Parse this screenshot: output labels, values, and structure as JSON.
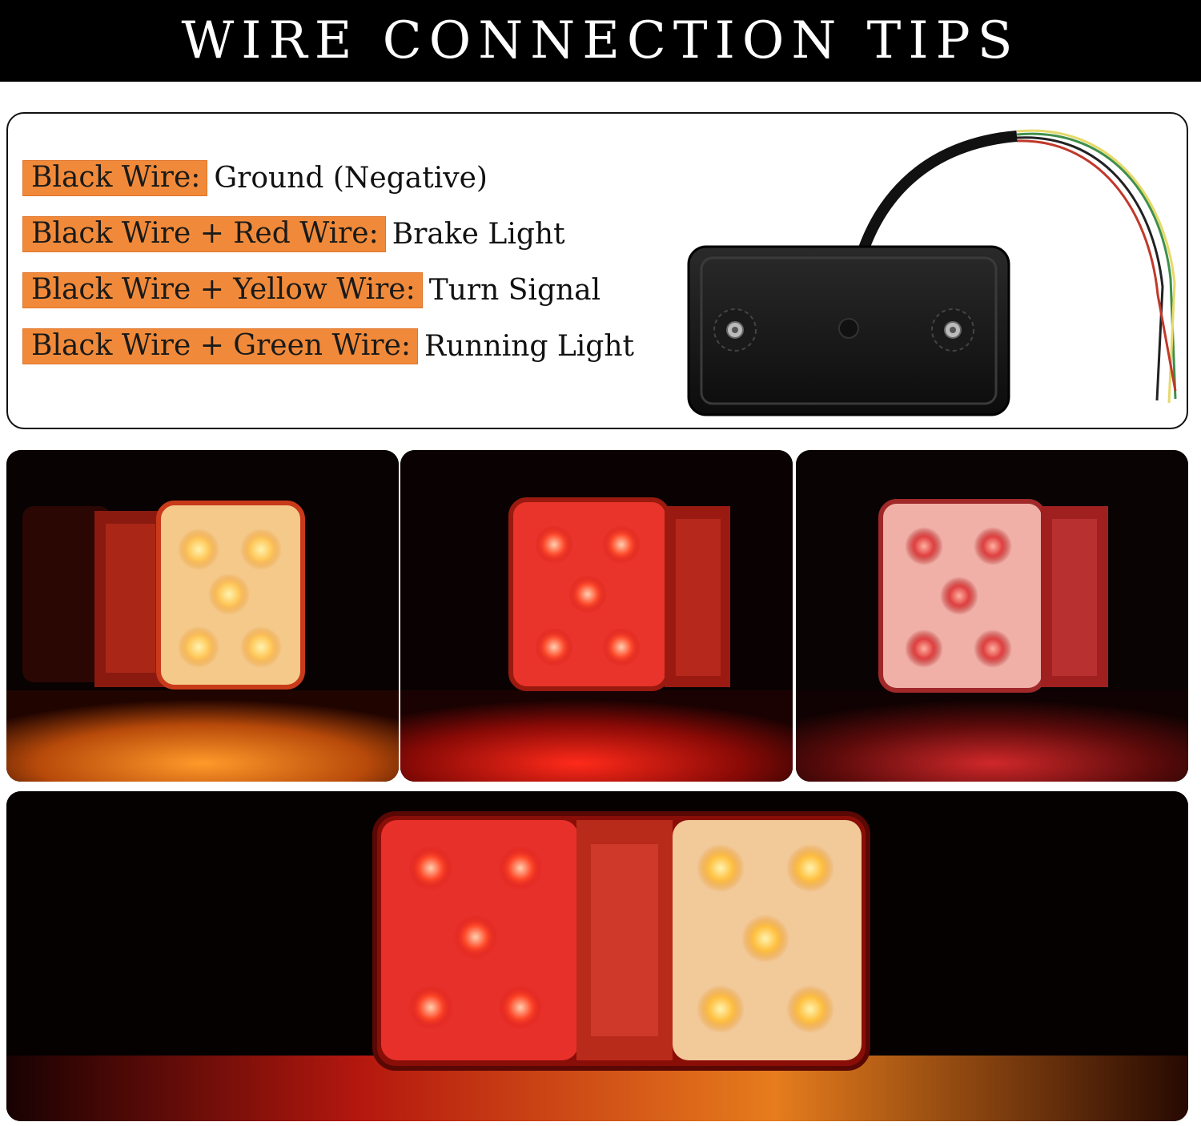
{
  "header": {
    "title": "WIRE CONNECTION TIPS"
  },
  "legend": [
    {
      "key": "Black Wire:",
      "value": "Ground (Negative)"
    },
    {
      "key": "Black Wire + Red Wire:",
      "value": "Brake Light"
    },
    {
      "key": "Black Wire + Yellow Wire:",
      "value": "Turn Signal"
    },
    {
      "key": "Black Wire + Green Wire:",
      "value": "Running Light"
    }
  ],
  "colors": {
    "banner": "#000000",
    "label_highlight": "#f08a3a",
    "amber_glow": "#ffb347",
    "red_glow": "#ff2a1a",
    "wire_red": "#c0392b",
    "wire_yellow": "#e6d96a",
    "wire_green": "#3f8f4a",
    "wire_black": "#222222"
  },
  "photos": [
    {
      "name": "turn-signal-photo",
      "state": "amber"
    },
    {
      "name": "brake-light-photo",
      "state": "red"
    },
    {
      "name": "running-light-photo",
      "state": "dim-red"
    },
    {
      "name": "combined-light-photo",
      "state": "red-and-amber"
    }
  ]
}
